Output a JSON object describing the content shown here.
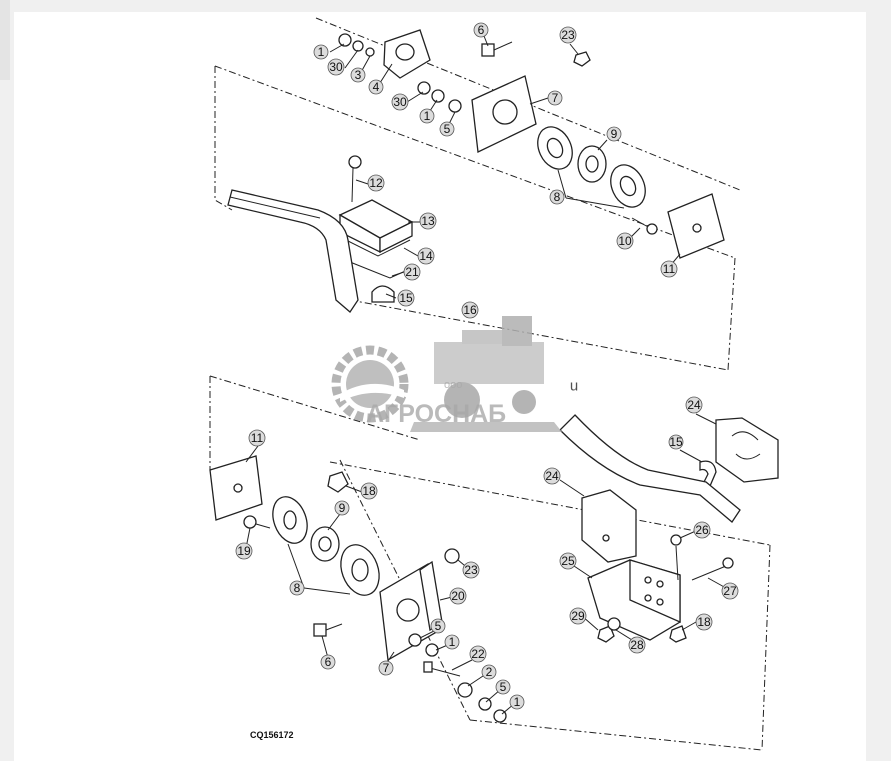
{
  "diagram": {
    "code": "CQ156172",
    "top_labels": [
      "1",
      "30",
      "3",
      "4",
      "30",
      "1",
      "5",
      "6",
      "7",
      "23",
      "9",
      "8",
      "10",
      "11",
      "12",
      "13",
      "14",
      "21",
      "15",
      "16"
    ],
    "bottom_labels": [
      "11",
      "18",
      "9",
      "19",
      "8",
      "6",
      "7",
      "5",
      "1",
      "22",
      "2",
      "5",
      "1",
      "20",
      "23",
      "24",
      "15",
      "24",
      "26",
      "25",
      "27",
      "29",
      "28",
      "18"
    ]
  },
  "watermark": {
    "brand": "АГРОСНАБ",
    "prefix": "ооо",
    "suffix": "u"
  }
}
